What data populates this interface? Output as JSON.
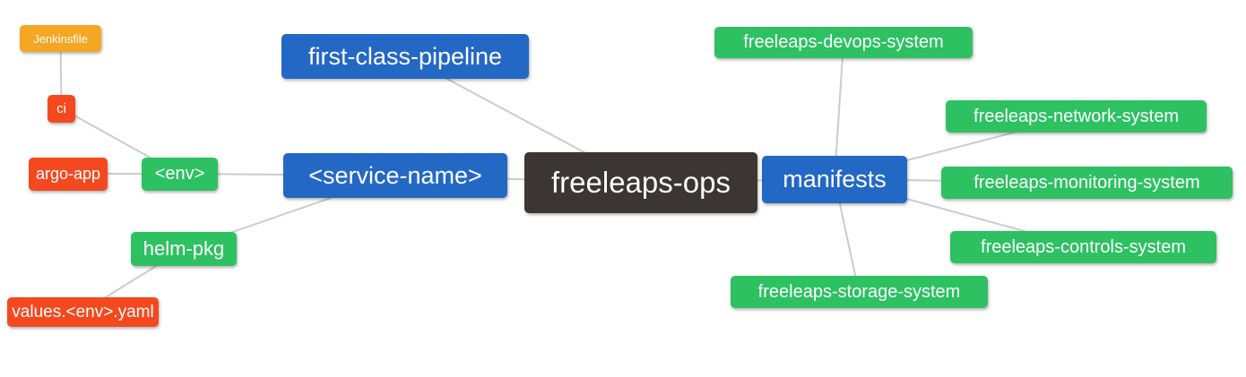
{
  "diagram": {
    "type": "mindmap",
    "root_label": "freeleaps-ops"
  },
  "nodes": [
    {
      "id": "jenkinsfile",
      "label": "Jenkinsfile",
      "color_role": "orange",
      "color": "#f5a623",
      "level": 4
    },
    {
      "id": "ci",
      "label": "ci",
      "color_role": "red",
      "color": "#f4491f",
      "level": 3
    },
    {
      "id": "argo-app",
      "label": "argo-app",
      "color_role": "red",
      "color": "#f4491f",
      "level": 3
    },
    {
      "id": "env",
      "label": "<env>",
      "color_role": "green",
      "color": "#2dc162",
      "level": 2
    },
    {
      "id": "service-name",
      "label": "<service-name>",
      "color_role": "blue",
      "color": "#2368c4",
      "level": 1
    },
    {
      "id": "first-class-pipeline",
      "label": "first-class-pipeline",
      "color_role": "blue",
      "color": "#2368c4",
      "level": 1
    },
    {
      "id": "freeleaps-ops",
      "label": "freeleaps-ops",
      "color_role": "root",
      "color": "#3b3633",
      "level": 0
    },
    {
      "id": "manifests",
      "label": "manifests",
      "color_role": "blue",
      "color": "#2368c4",
      "level": 1
    },
    {
      "id": "freeleaps-devops-system",
      "label": "freeleaps-devops-system",
      "color_role": "green",
      "color": "#2dc162",
      "level": 2
    },
    {
      "id": "freeleaps-network-system",
      "label": "freeleaps-network-system",
      "color_role": "green",
      "color": "#2dc162",
      "level": 2
    },
    {
      "id": "freeleaps-monitoring-system",
      "label": "freeleaps-monitoring-system",
      "color_role": "green",
      "color": "#2dc162",
      "level": 2
    },
    {
      "id": "freeleaps-controls-system",
      "label": "freeleaps-controls-system",
      "color_role": "green",
      "color": "#2dc162",
      "level": 2
    },
    {
      "id": "freeleaps-storage-system",
      "label": "freeleaps-storage-system",
      "color_role": "green",
      "color": "#2dc162",
      "level": 2
    },
    {
      "id": "helm-pkg",
      "label": "helm-pkg",
      "color_role": "green",
      "color": "#2dc162",
      "level": 2
    },
    {
      "id": "values-yaml",
      "label": "values.<env>.yaml",
      "color_role": "red",
      "color": "#f4491f",
      "level": 3
    }
  ],
  "edges": [
    [
      "jenkinsfile",
      "ci"
    ],
    [
      "ci",
      "env"
    ],
    [
      "argo-app",
      "env"
    ],
    [
      "env",
      "service-name"
    ],
    [
      "service-name",
      "freeleaps-ops"
    ],
    [
      "first-class-pipeline",
      "freeleaps-ops"
    ],
    [
      "service-name",
      "helm-pkg"
    ],
    [
      "helm-pkg",
      "values-yaml"
    ],
    [
      "freeleaps-ops",
      "manifests"
    ],
    [
      "manifests",
      "freeleaps-devops-system"
    ],
    [
      "manifests",
      "freeleaps-network-system"
    ],
    [
      "manifests",
      "freeleaps-monitoring-system"
    ],
    [
      "manifests",
      "freeleaps-controls-system"
    ],
    [
      "manifests",
      "freeleaps-storage-system"
    ]
  ],
  "palette": {
    "root_node": "#3b3633",
    "branch_blue": "#2368c4",
    "leaf_green": "#2dc162",
    "leaf_red": "#f4491f",
    "leaf_orange": "#f5a623",
    "edge_line": "#cccccc",
    "node_text": "#ffffff",
    "background": "#ffffff"
  }
}
